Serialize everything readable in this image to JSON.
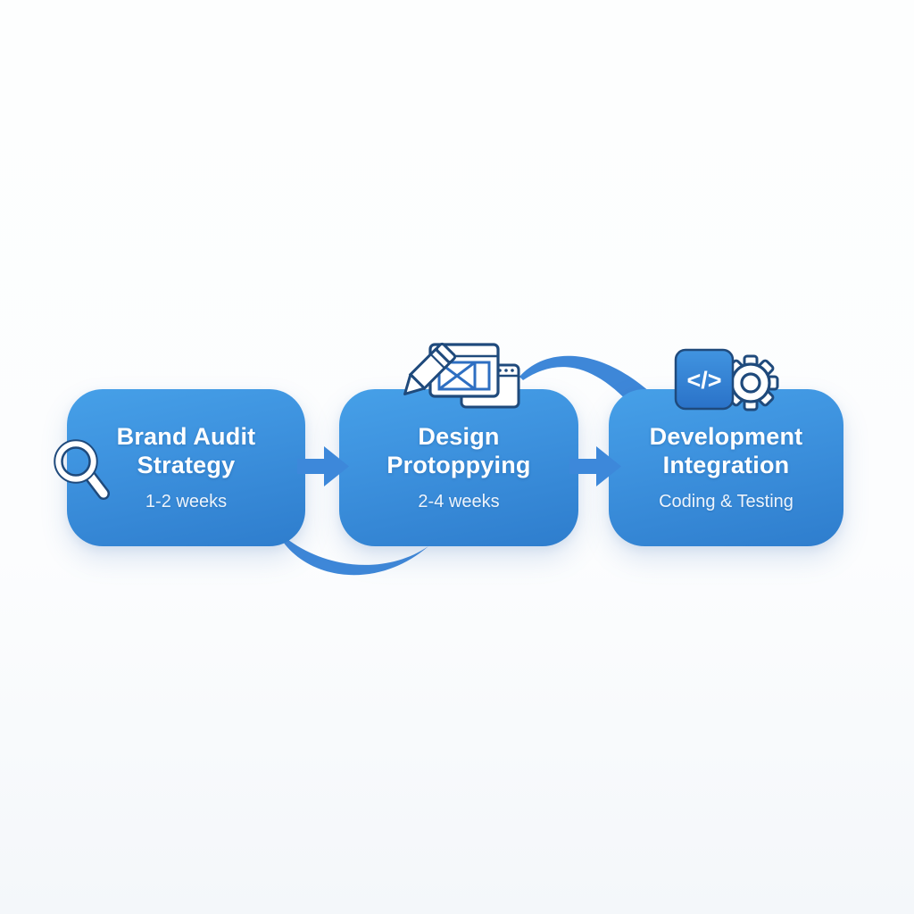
{
  "diagram": {
    "type": "process-flow",
    "background_top": "#fdfefe",
    "background_bottom": "#f4f7fa"
  },
  "palette": {
    "box_gradient_top": "#46a0e8",
    "box_gradient_bottom": "#2e7dcd",
    "arrow_blue": "#3d88da",
    "swoosh_blue": "#3e87d8",
    "icon_outline_navy": "#1f4a7c",
    "icon_line_blue": "#2e6fc2",
    "title_text": "#ffffff",
    "subtitle_text": "#edf4fc"
  },
  "steps": [
    {
      "id": "brand-audit-strategy",
      "title_line1": "Brand Audit",
      "title_line2": "Strategy",
      "subtitle": "1-2 weeks",
      "icon": "magnifier-icon"
    },
    {
      "id": "design-prototyping",
      "title_line1": "Design",
      "title_line2": "Protoppying",
      "subtitle": "2-4 weeks",
      "icon": "pencil-wireframe-icon"
    },
    {
      "id": "development-integration",
      "title_line1": "Development",
      "title_line2": "Integration",
      "subtitle": "Coding & Testing",
      "icon": "code-gear-icon",
      "badge_label": "</>"
    }
  ]
}
